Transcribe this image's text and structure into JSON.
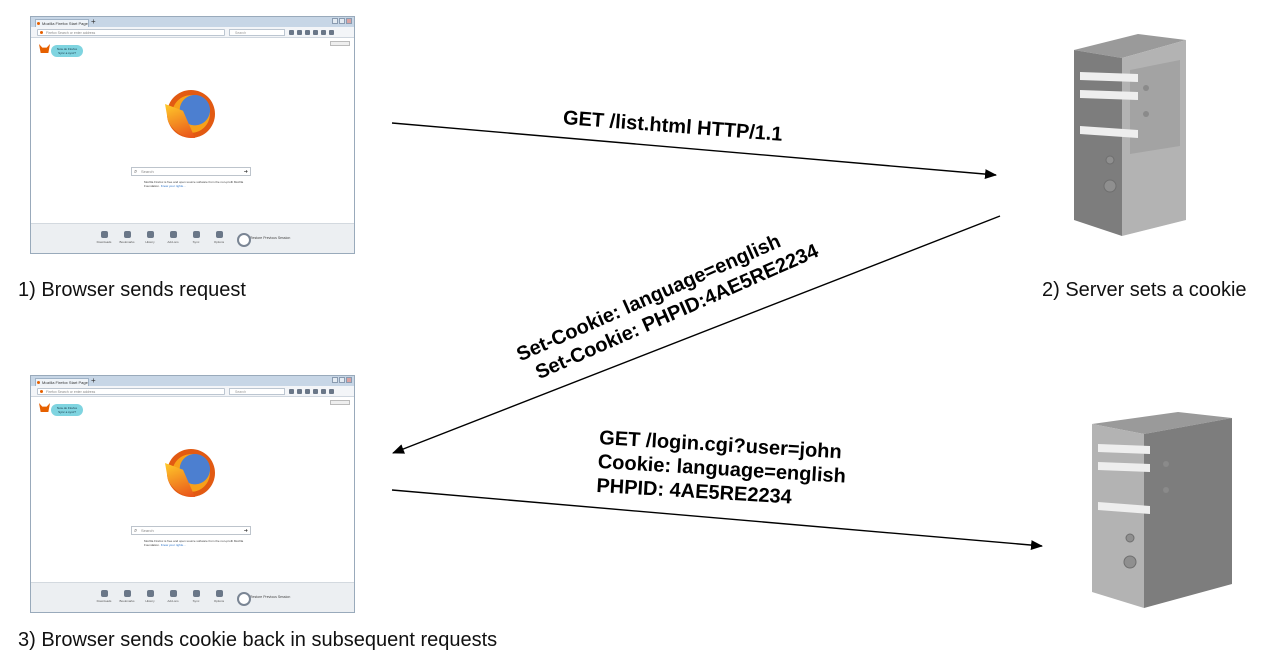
{
  "browser": {
    "tab_title": "Mozilla Firefox Start Page",
    "new_tab": "+",
    "url_placeholder": "Firefox   Search or enter address",
    "toolbar_search_placeholder": "Search",
    "bubble_text": "Now do Firefox Sync a sync?",
    "search_placeholder": "Search",
    "note_text": "Mozilla Firefox is free and open source software from the non-profit Mozilla Foundation.",
    "note_link": "Know your rights...",
    "bottom_items": [
      "Downloads",
      "Bookmarks",
      "History",
      "Add-ons",
      "Sync",
      "Options"
    ],
    "restore_label": "Restore Previous Session"
  },
  "captions": {
    "step1": "1) Browser sends request",
    "step2": "2) Server sets a cookie",
    "step3": "3) Browser sends cookie back in subsequent requests"
  },
  "messages": {
    "request1": "GET /list.html HTTP/1.1",
    "response_line1": "Set-Cookie: language=english",
    "response_line2": "Set-Cookie: PHPID:4AE5RE2234",
    "request2_line1": "GET /login.cgi?user=john",
    "request2_line2": "Cookie: language=english",
    "request2_line3": "PHPID: 4AE5RE2234"
  },
  "colors": {
    "server_front": "#b3b3b3",
    "server_side": "#7d7d7d",
    "server_top": "#9a9a9a",
    "arrow": "#000000"
  }
}
